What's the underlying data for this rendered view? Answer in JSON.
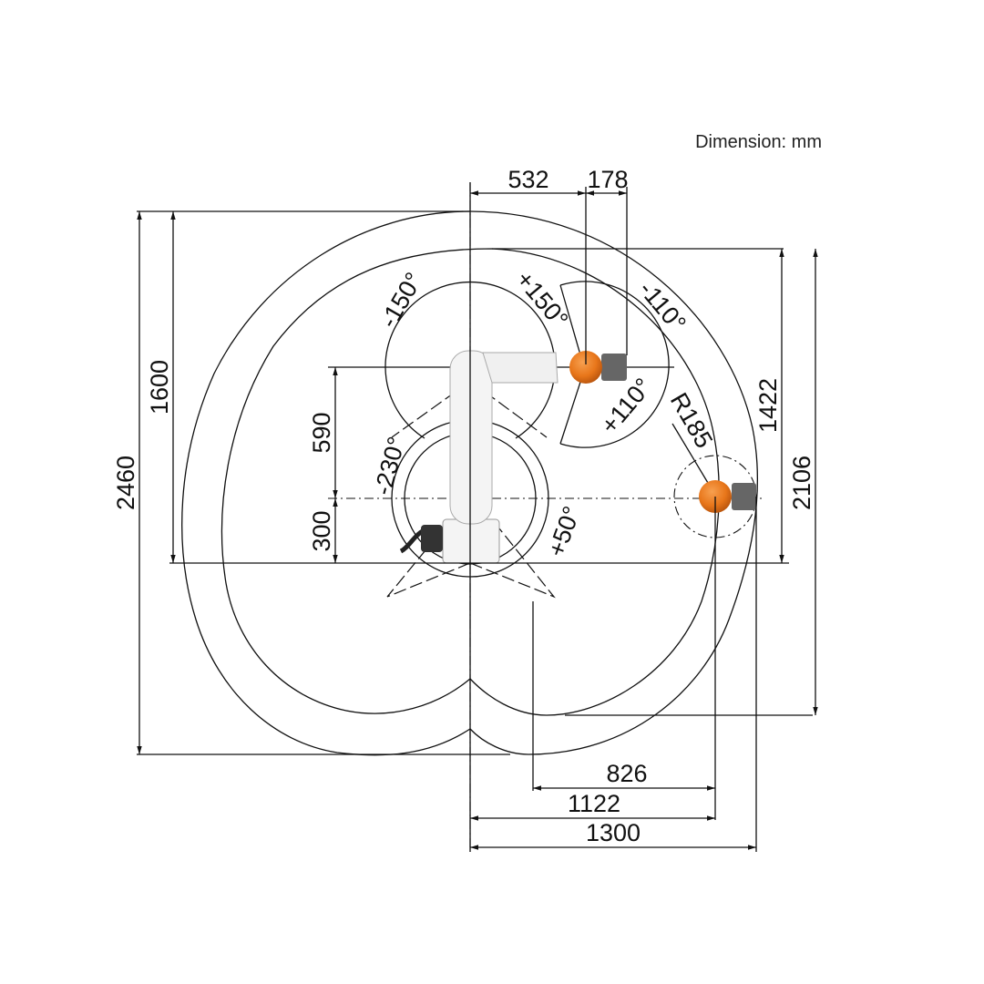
{
  "unit_note": "Dimension: mm",
  "dimensions": {
    "top_532": "532",
    "top_178": "178",
    "left_2460": "2460",
    "left_1600": "1600",
    "left_590": "590",
    "left_300": "300",
    "right_1422": "1422",
    "right_2106": "2106",
    "bottom_826": "826",
    "bottom_1122": "1122",
    "bottom_1300": "1300",
    "radius": "R185"
  },
  "angles": {
    "a1": "-150°",
    "a2": "+150°",
    "a3": "-110°",
    "a4": "+110°",
    "a5": "-230°",
    "a6": "+50°"
  },
  "colors": {
    "workspace_fill": "#ececec",
    "accent_orange": "#e8761a",
    "robot_body": "#f4f4f4"
  }
}
